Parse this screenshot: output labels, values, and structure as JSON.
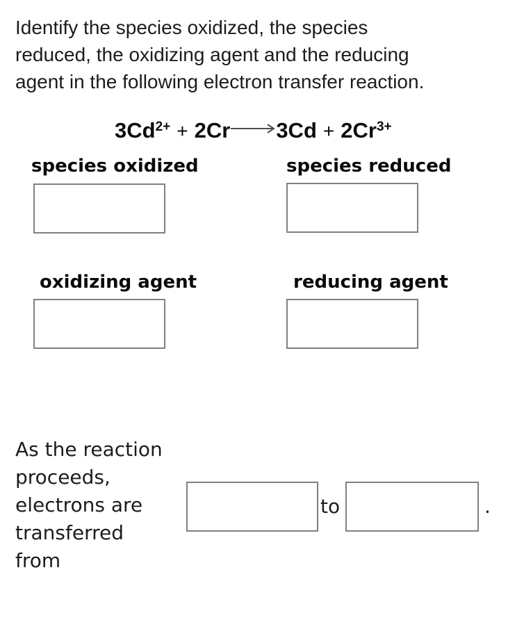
{
  "question": {
    "lines": [
      "Identify the species oxidized, the species",
      "reduced, the oxidizing agent and the reducing",
      "agent in the following electron transfer reaction."
    ]
  },
  "equation": {
    "reactant1": "3Cd",
    "reactant1_charge": "2+",
    "plus1": "+",
    "reactant2": "2Cr",
    "arrow": "→",
    "product1": "3Cd",
    "plus2": "+",
    "product2": "2Cr",
    "product2_charge": "3+"
  },
  "answers": {
    "species_oxidized": {
      "label": "species oxidized",
      "value": ""
    },
    "species_reduced": {
      "label": "species reduced",
      "value": ""
    },
    "oxidizing_agent": {
      "label": "oxidizing agent",
      "value": ""
    },
    "reducing_agent": {
      "label": "reducing agent",
      "value": ""
    }
  },
  "transfer_sentence": {
    "lines": [
      "As the reaction",
      "proceeds,",
      "electrons are",
      "transferred",
      "from"
    ],
    "connector": "to",
    "period": ".",
    "from_value": "",
    "to_value": ""
  },
  "colors": {
    "background": "#ffffff",
    "text": "#1c1c1c",
    "box_border": "#808080",
    "arrow": "#4d4d4d"
  }
}
